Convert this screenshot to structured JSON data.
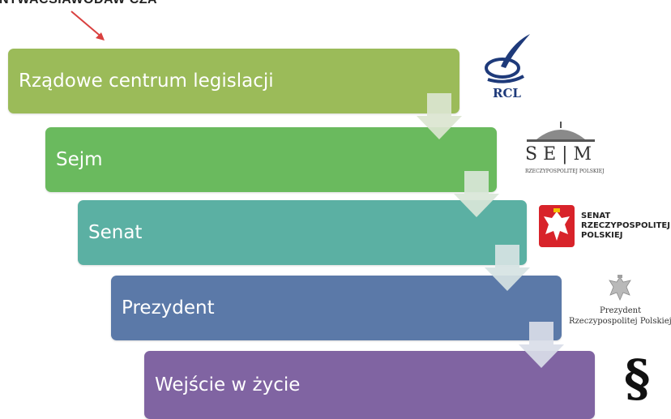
{
  "header": {
    "title": "INTWACSIAWODAW CZA"
  },
  "steps": [
    {
      "label": "Rządowe centrum legislacji",
      "color": "#9bbb59"
    },
    {
      "label": "Sejm",
      "color": "#6aba5e"
    },
    {
      "label": "Senat",
      "color": "#5bb0a3"
    },
    {
      "label": "Prezydent",
      "color": "#5b79a8"
    },
    {
      "label": "Wejście w życie",
      "color": "#8064a2"
    }
  ],
  "logos": {
    "rcl": {
      "text": "RCL"
    },
    "sejm": {
      "title": "SE|M",
      "subtitle": "RZECZYPOSPOLITEJ POLSKIEJ"
    },
    "senat": {
      "line1": "SENAT",
      "line2": "RZECZYPOSPOLITEJ",
      "line3": "POLSKIEJ"
    },
    "prezydent": {
      "line1": "Prezydent",
      "line2": "Rzeczypospolitej Polskiej"
    },
    "paragraph": {
      "symbol": "§"
    }
  }
}
